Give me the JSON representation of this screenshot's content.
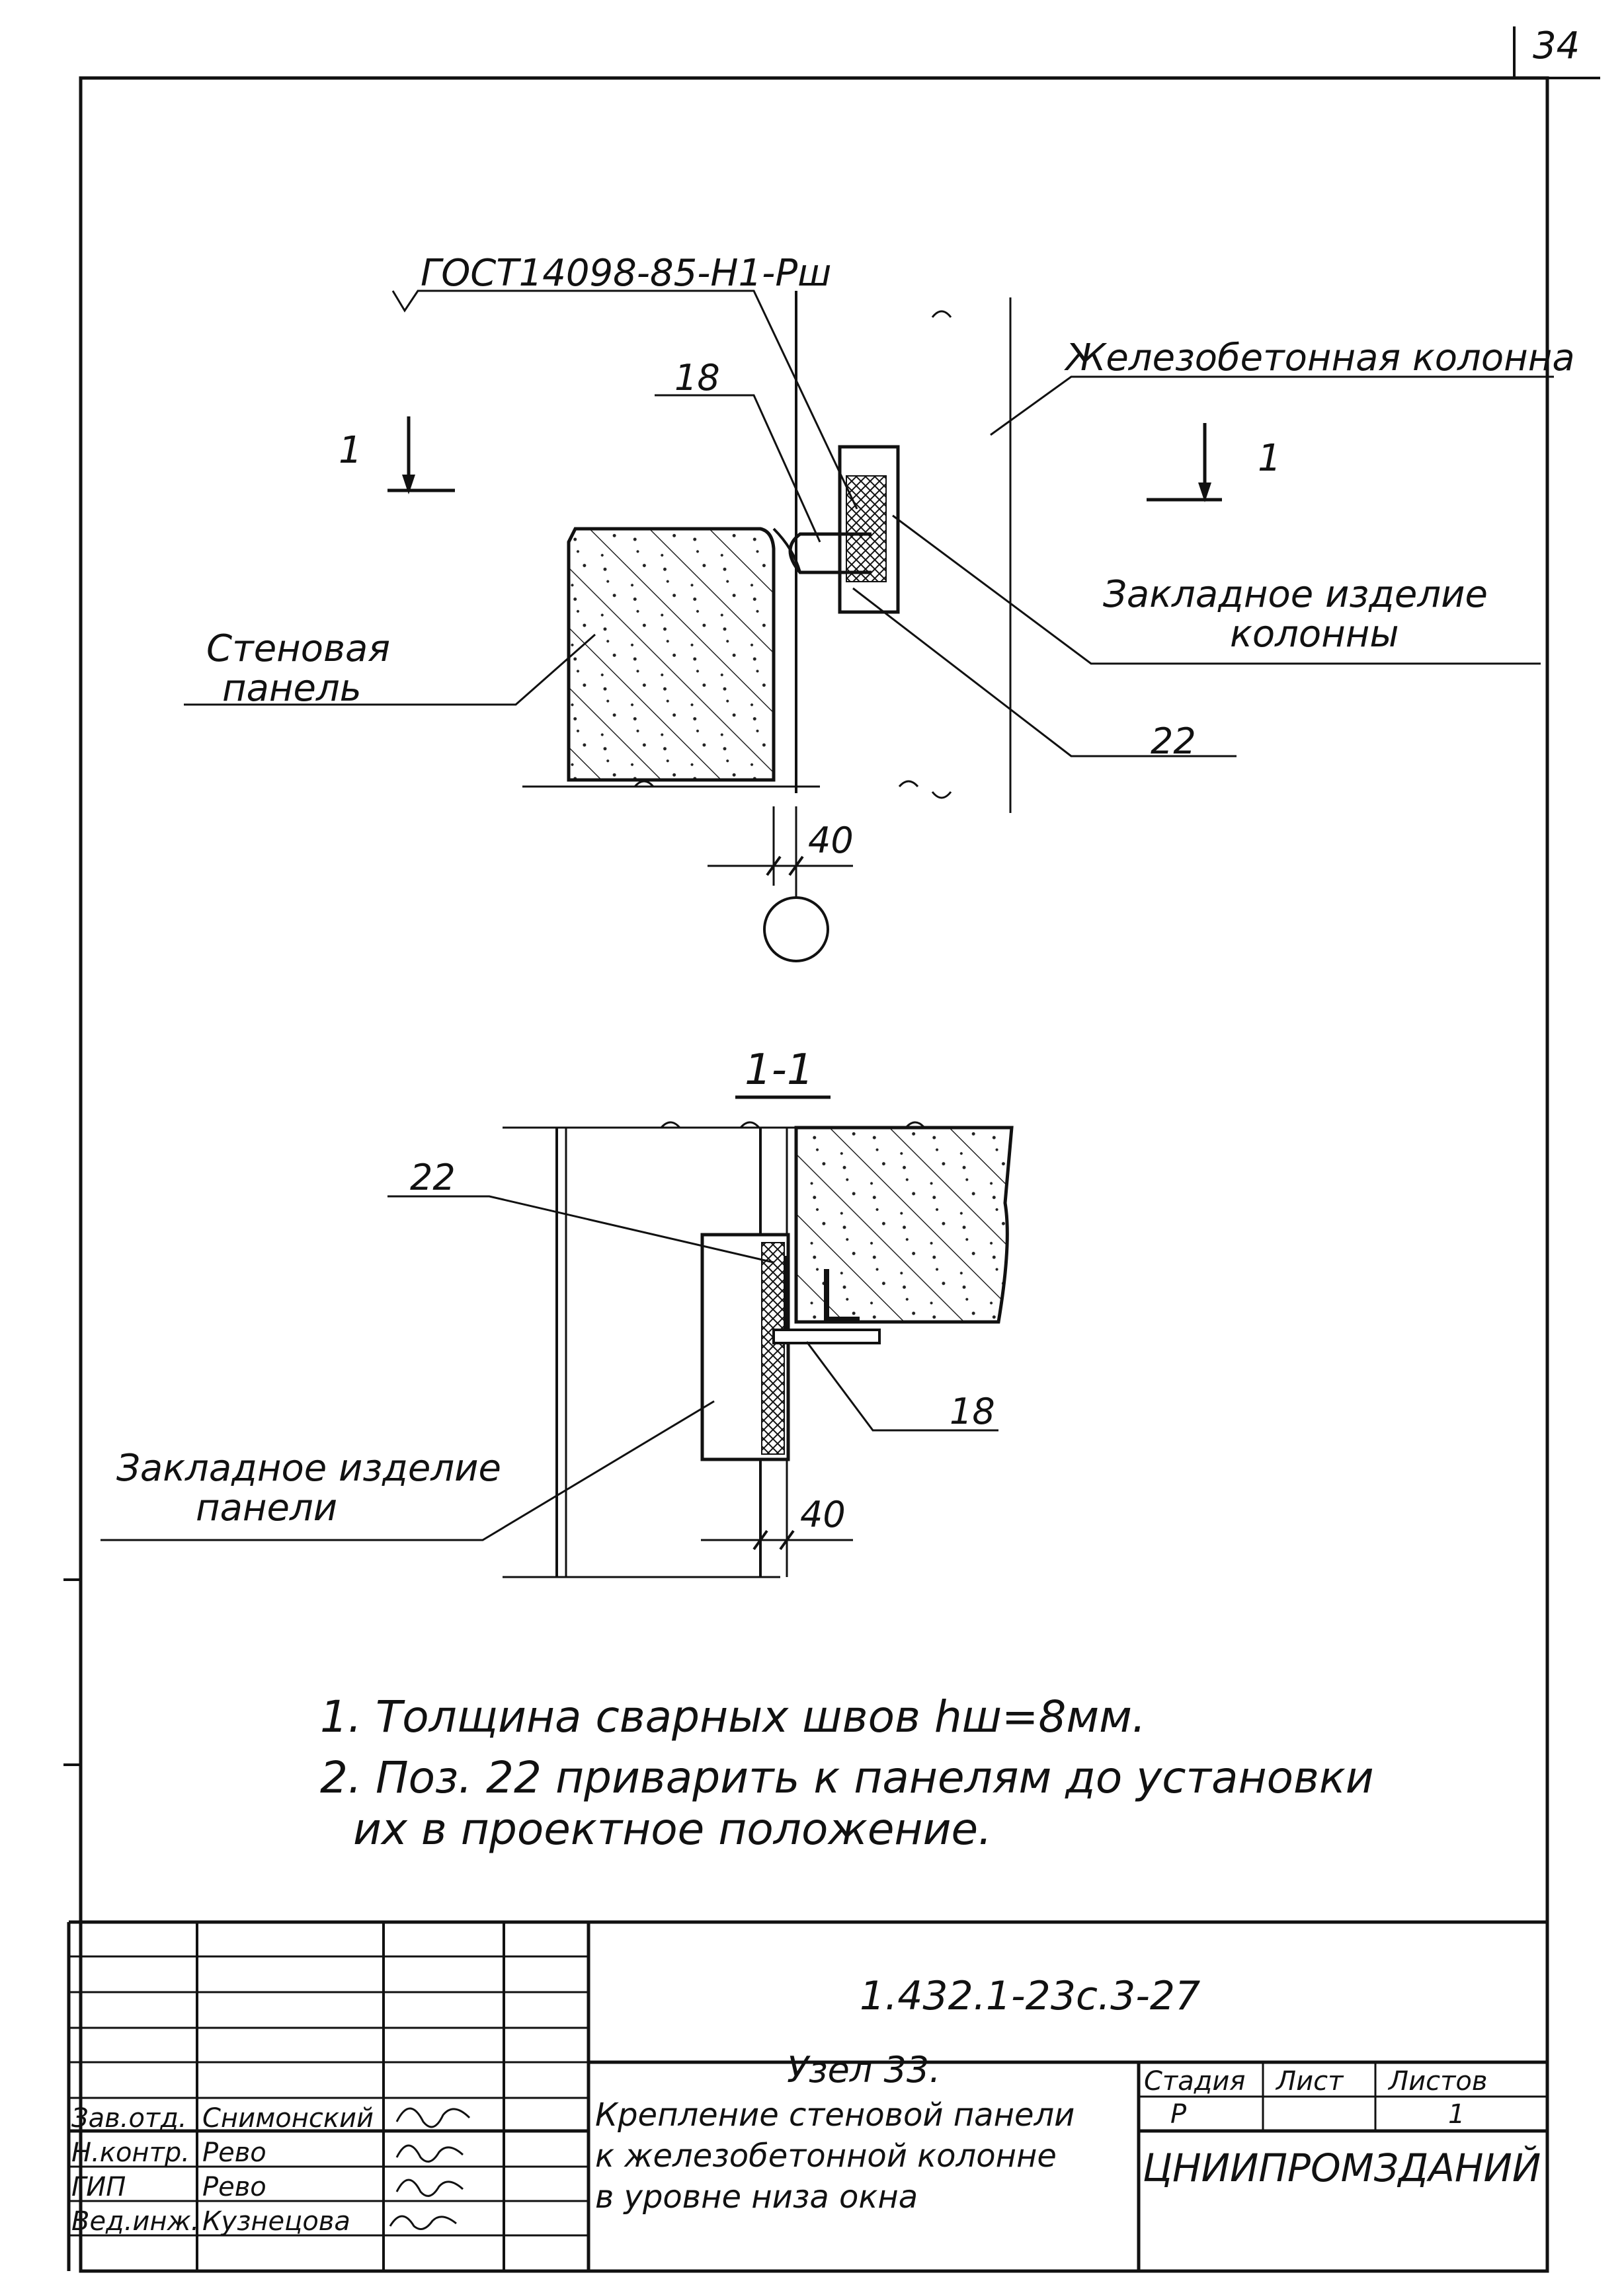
{
  "sheet_number": "34",
  "top_view": {
    "weld_symbol": "ГОСТ14098-85-Н1-Рш",
    "label_column": "Железобетонная колонна",
    "label_embedded_column": [
      "Закладное изделие",
      "колонны"
    ],
    "label_wall_panel": [
      "Стеновая",
      "панель"
    ],
    "pos_18": "18",
    "pos_22": "22",
    "section_mark": "1",
    "dim_gap": "40"
  },
  "section_view": {
    "title": "1-1",
    "pos_22": "22",
    "pos_18": "18",
    "label_embedded_panel": [
      "Закладное изделие",
      "панели"
    ],
    "dim_gap": "40"
  },
  "notes": [
    "1. Толщина сварных швов hш=8мм.",
    "2. Поз. 22 приварить к панелям до установки",
    "их в проектное положение."
  ],
  "title_block": {
    "doc_code": "1.432.1-23с.3-27",
    "title": [
      "Узел 33.",
      "Крепление стеновой панели",
      "к железобетонной колонне",
      "в уровне низа окна"
    ],
    "stage_header": "Стадия",
    "sheet_header": "Лист",
    "sheets_header": "Листов",
    "stage": "Р",
    "sheets_total": "1",
    "organization": "ЦНИИПРОМЗДАНИЙ",
    "signatures": [
      {
        "role": "Зав.отд.",
        "name": "Снимонский"
      },
      {
        "role": "Н.контр.",
        "name": "Рево"
      },
      {
        "role": "ГИП",
        "name": "Рево"
      },
      {
        "role": "Вед.инж.",
        "name": "Кузнецова"
      }
    ]
  }
}
